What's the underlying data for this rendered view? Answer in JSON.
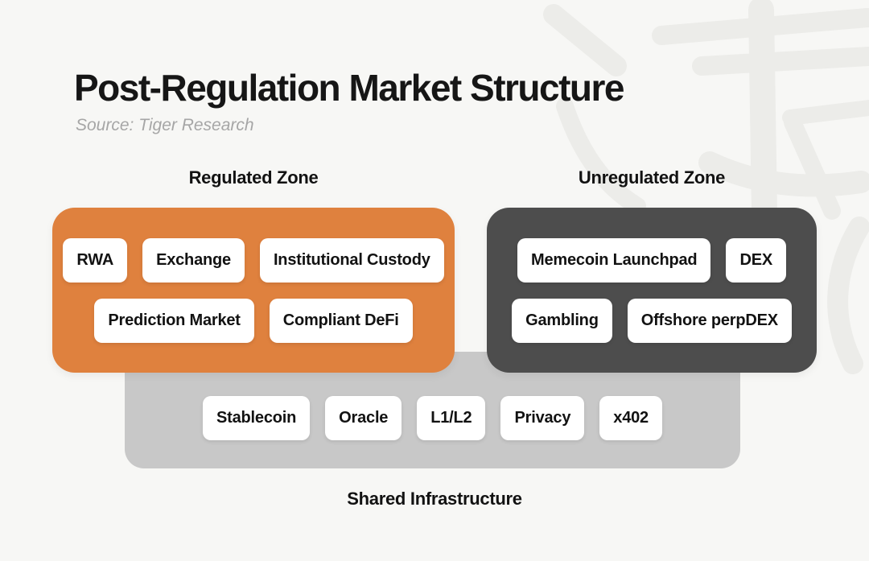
{
  "title": "Post-Regulation Market Structure",
  "source": "Source: Tiger Research",
  "colors": {
    "background": "#F7F7F5",
    "regulated_zone": "#DF813E",
    "unregulated_zone": "#4D4D4D",
    "infrastructure_zone": "#C8C8C8",
    "chip": "#FFFFFF",
    "text": "#141414",
    "muted_text": "#A6A6A6",
    "watermark": "#ECECE9"
  },
  "zones": {
    "regulated": {
      "label": "Regulated Zone",
      "row1": [
        "RWA",
        "Exchange",
        "Institutional Custody"
      ],
      "row2": [
        "Prediction Market",
        "Compliant DeFi"
      ]
    },
    "unregulated": {
      "label": "Unregulated Zone",
      "row1": [
        "Memecoin Launchpad",
        "DEX"
      ],
      "row2": [
        "Gambling",
        "Offshore perpDEX"
      ]
    },
    "infrastructure": {
      "label": "Shared Infrastructure",
      "items": [
        "Stablecoin",
        "Oracle",
        "L1/L2",
        "Privacy",
        "x402"
      ]
    }
  }
}
